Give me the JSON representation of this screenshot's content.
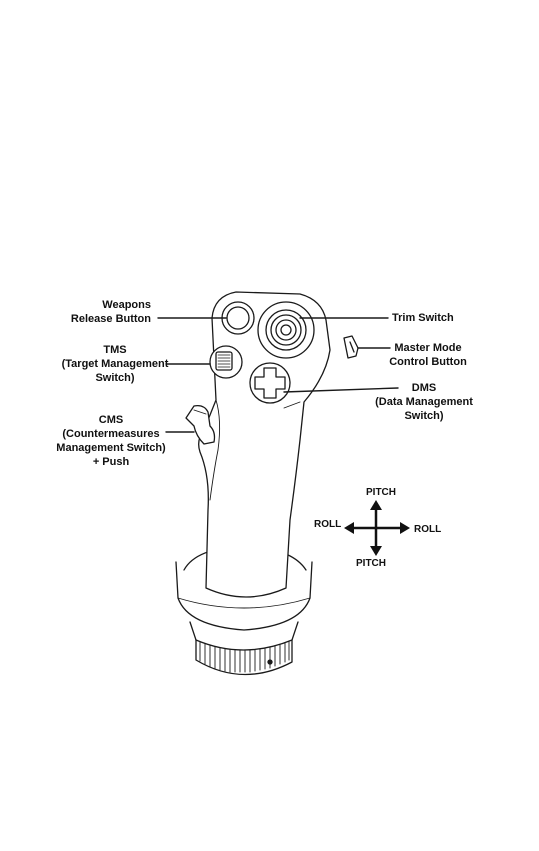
{
  "labels": {
    "weapons_release": [
      "Weapons",
      "Release Button"
    ],
    "tms": [
      "TMS",
      "(Target Management",
      "Switch)"
    ],
    "cms": [
      "CMS",
      "(Countermeasures",
      "Management Switch)",
      "+ Push"
    ],
    "trim": [
      "Trim Switch"
    ],
    "master_mode": [
      "Master Mode",
      "Control Button"
    ],
    "dms": [
      "DMS",
      "(Data Management",
      "Switch)"
    ]
  },
  "axes": {
    "pitch_top": "PITCH",
    "pitch_bottom": "PITCH",
    "roll_left": "ROLL",
    "roll_right": "ROLL"
  },
  "colors": {
    "ink": "#111111",
    "background": "#ffffff"
  }
}
